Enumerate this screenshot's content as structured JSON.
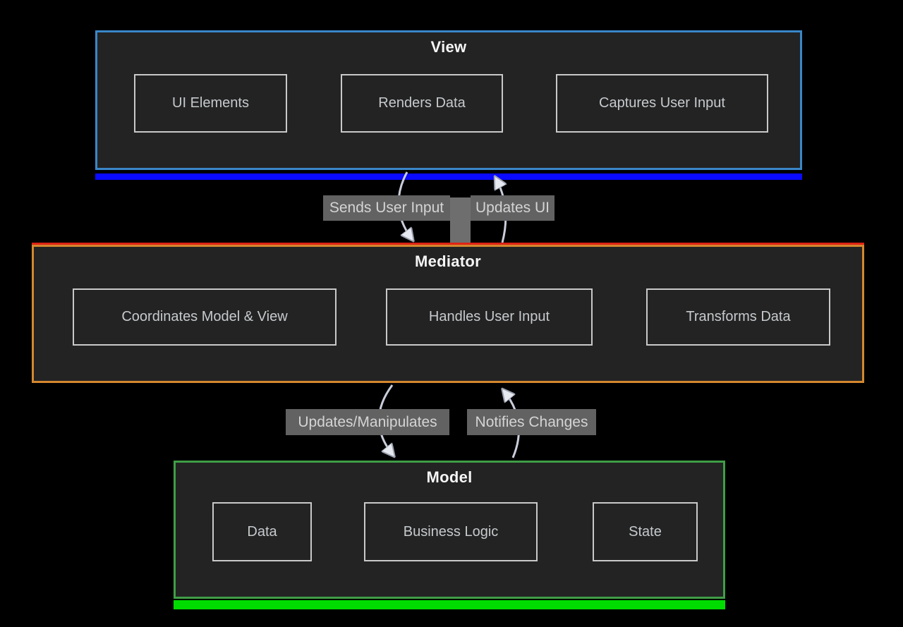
{
  "containers": [
    {
      "id": "view",
      "title": "View",
      "accent_color": "#3a87c8",
      "boxes": [
        "UI Elements",
        "Renders Data",
        "Captures User Input"
      ]
    },
    {
      "id": "mediator",
      "title": "Mediator",
      "accent_color": "#d4882f",
      "boxes": [
        "Coordinates Model & View",
        "Handles User Input",
        "Transforms Data"
      ]
    },
    {
      "id": "model",
      "title": "Model",
      "accent_color": "#3f9e47",
      "boxes": [
        "Data",
        "Business Logic",
        "State"
      ]
    }
  ],
  "arrows": [
    {
      "label": "Sends User Input",
      "from": "View",
      "to": "Mediator",
      "direction": "down"
    },
    {
      "label": "Updates UI",
      "from": "Mediator",
      "to": "View",
      "direction": "up"
    },
    {
      "label": "Updates/Manipulates",
      "from": "Mediator",
      "to": "Model",
      "direction": "down"
    },
    {
      "label": "Notifies Changes",
      "from": "Model",
      "to": "Mediator",
      "direction": "up"
    }
  ],
  "colors": {
    "bg": "#000000",
    "container_bg": "#232323",
    "view_accent": "#3a87c8",
    "view_bar": "#0a0aff",
    "mediator_accent": "#d4882f",
    "mediator_red": "#dd2314",
    "model_accent": "#3f9e47",
    "model_bar": "#00dc00",
    "box_border": "#c9c9c9",
    "box_text": "#c6cacd",
    "title_text": "#f5f5f5",
    "arrow_label_bg": "#626262",
    "arrow_label_text": "#d4d4d4",
    "arrow_stroke": "#c9cdda",
    "connector_gray": "#6e6e6e"
  }
}
